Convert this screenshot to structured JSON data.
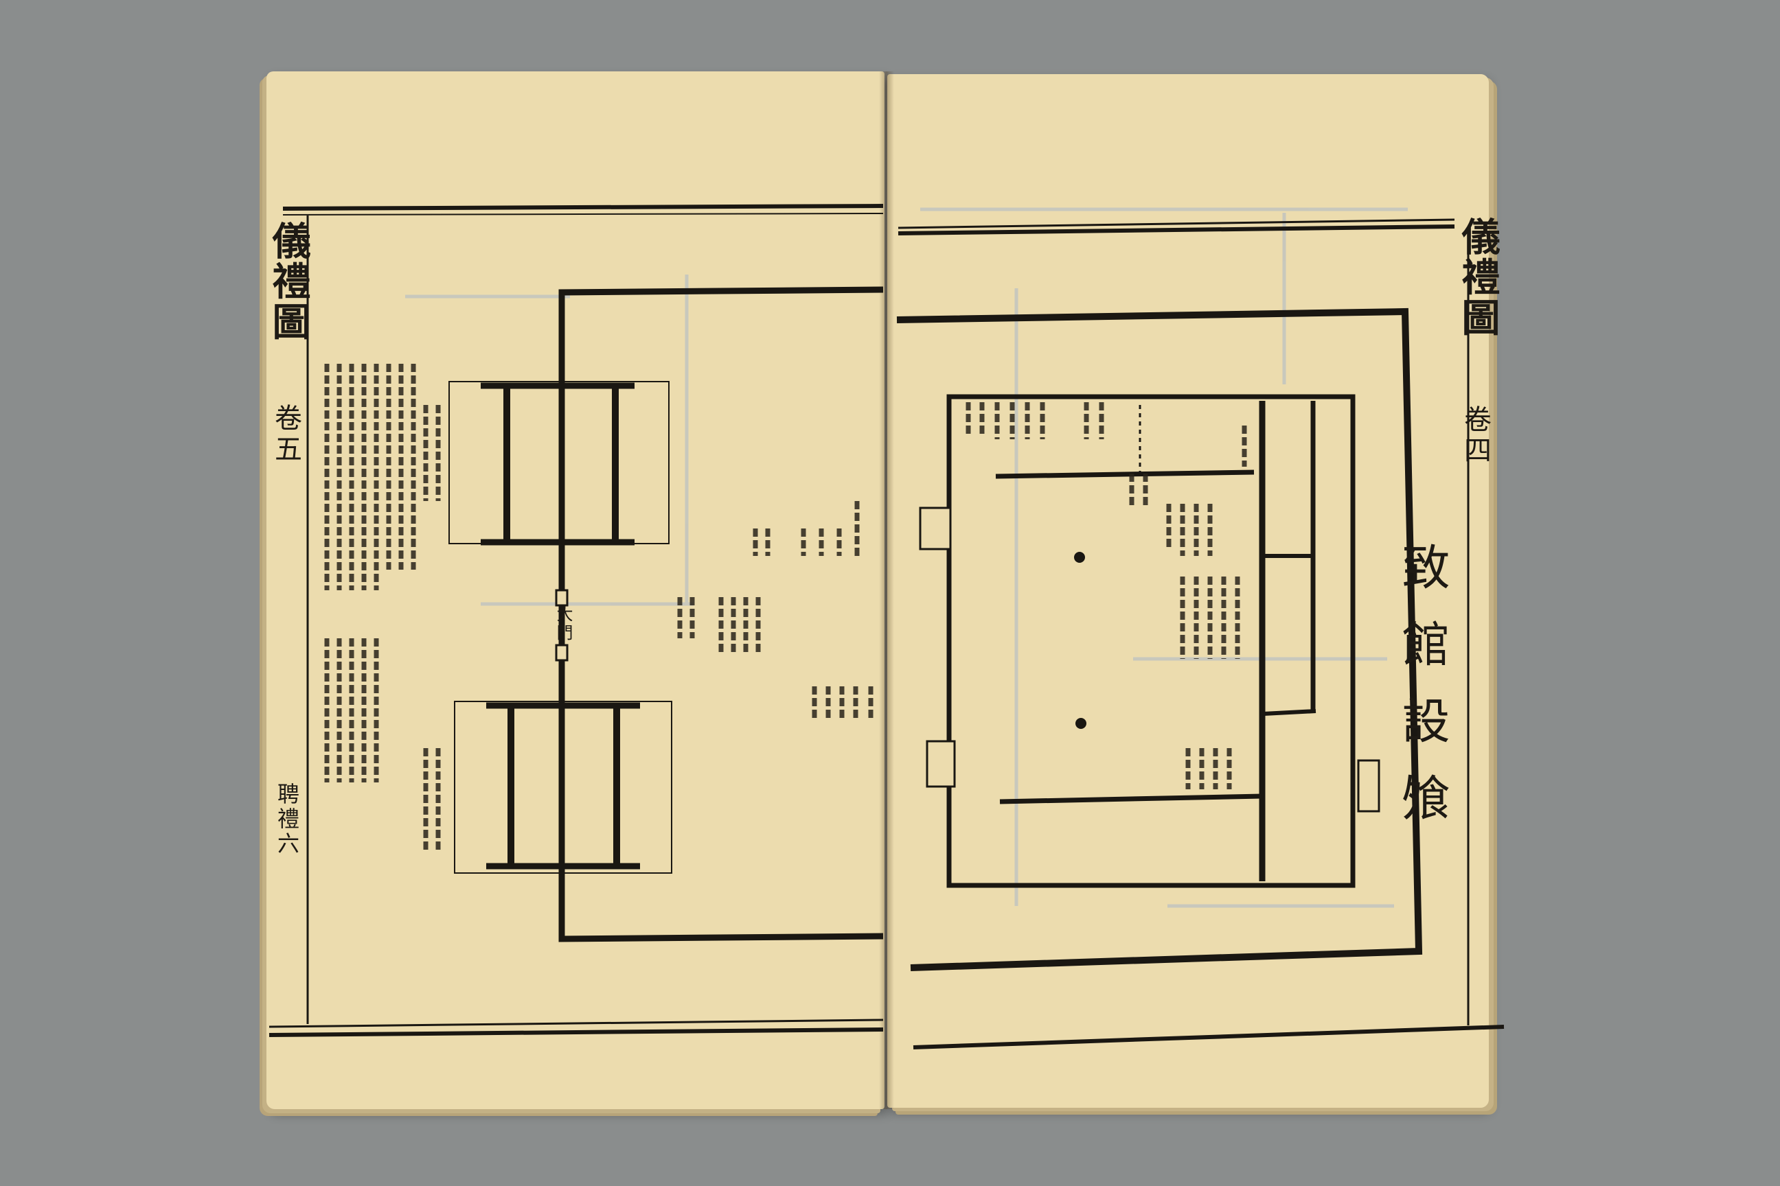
{
  "left_page": {
    "running_title": "儀禮圖",
    "section_marker": "卷五",
    "footer": "聘禮六"
  },
  "right_page": {
    "running_title": "儀禮圖",
    "section_marker": "卷四",
    "heading": "致館設飧"
  },
  "diagram_labels": {
    "gate": "大門"
  }
}
